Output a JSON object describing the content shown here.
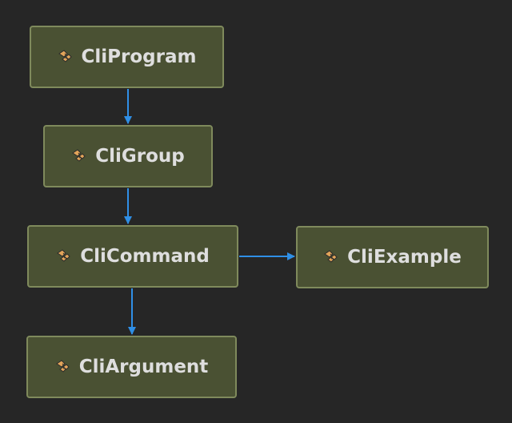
{
  "diagram": {
    "colors": {
      "background": "#262626",
      "node_fill": "#4a5133",
      "node_border": "#7f8a5c",
      "label_text": "#dedede",
      "edge": "#2f8fe6",
      "icon_fill": "#e2a55a"
    },
    "icon": "class-icon",
    "nodes": [
      {
        "id": "cliprogram",
        "label": "CliProgram"
      },
      {
        "id": "cligroup",
        "label": "CliGroup"
      },
      {
        "id": "clicommand",
        "label": "CliCommand"
      },
      {
        "id": "cliexample",
        "label": "CliExample"
      },
      {
        "id": "cliargument",
        "label": "CliArgument"
      }
    ],
    "edges": [
      {
        "from": "cliprogram",
        "to": "cligroup"
      },
      {
        "from": "cligroup",
        "to": "clicommand"
      },
      {
        "from": "clicommand",
        "to": "cliexample"
      },
      {
        "from": "clicommand",
        "to": "cliargument"
      }
    ]
  }
}
